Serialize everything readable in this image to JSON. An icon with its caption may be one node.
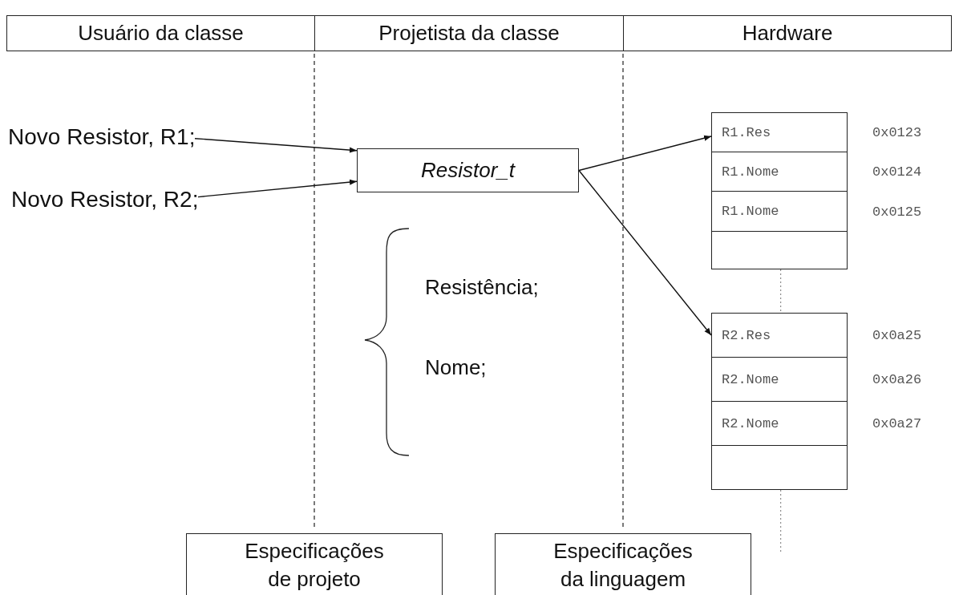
{
  "diagram": {
    "nodes": [
      {
        "text": [
          "Usuário da classe"
        ]
      },
      {
        "text": [
          "Projetista da classe"
        ]
      },
      {
        "text": [
          "Hardware"
        ]
      },
      {
        "text": [
          "Novo Resistor, R1;"
        ]
      },
      {
        "text": [
          "Novo Resistor, R2;"
        ]
      },
      {
        "text": [
          "Resistor_t"
        ]
      },
      {
        "text": [
          "R1.Res"
        ],
        "beside": [
          "0x0123"
        ]
      },
      {
        "text": [
          "R1.Nome"
        ],
        "beside": [
          "0x0124"
        ]
      },
      {
        "text": [
          "R1.Nome"
        ],
        "beside": [
          "0x0125"
        ]
      },
      {
        "text": [],
        "shape": "box"
      },
      {
        "text": [
          "R2.Res"
        ],
        "beside": [
          "0x0a25"
        ]
      },
      {
        "text": [
          "R2.Nome"
        ],
        "beside": [
          "0x0a26"
        ]
      },
      {
        "text": [
          "R2.Nome"
        ],
        "beside": [
          "0x0a27"
        ]
      },
      {
        "text": [],
        "shape": "box"
      },
      {
        "text": [
          "Especificações de projeto"
        ]
      },
      {
        "text": [
          "Especificações da linguagem"
        ]
      }
    ],
    "edges": [
      {
        "from": 3,
        "to": 5,
        "arrow": "to"
      },
      {
        "from": 4,
        "to": 5,
        "arrow": "to"
      },
      {
        "from": 5,
        "to": 6,
        "arrow": "to"
      },
      {
        "from": 5,
        "to": 10,
        "arrow": "to"
      },
      {
        "from": 9,
        "to": 10,
        "arrow": "none",
        "style": "dashed",
        "color": "#777777"
      },
      {
        "from": 13,
        "to": null,
        "arrow": "none",
        "style": "dashed",
        "color": "#777777"
      }
    ],
    "labels": [
      "Resistência;",
      "Nome;"
    ]
  }
}
